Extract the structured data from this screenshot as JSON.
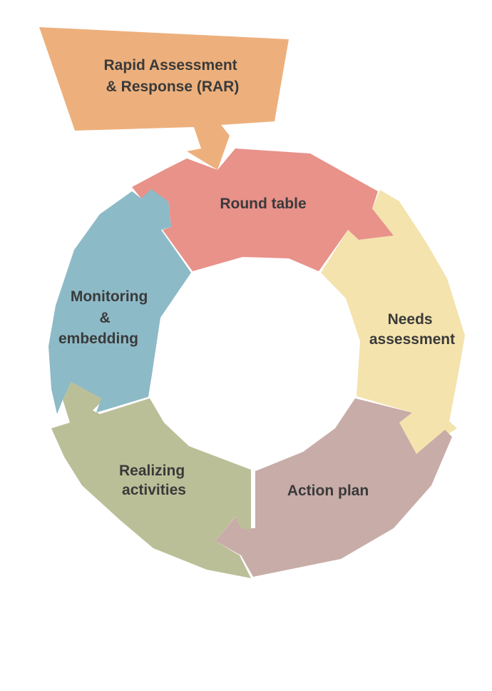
{
  "header_box": {
    "line1": "Rapid Assessment",
    "line2": "& Response (RAR)",
    "color": "#EDB07C"
  },
  "stages": [
    {
      "lines": [
        "Round table"
      ],
      "color": "#E8928A"
    },
    {
      "lines": [
        "Needs",
        "assessment"
      ],
      "color": "#F4E3AD"
    },
    {
      "lines": [
        "Action plan"
      ],
      "color": "#C8ACA8"
    },
    {
      "lines": [
        "Realizing",
        "activities"
      ],
      "color": "#BBBF98"
    },
    {
      "lines": [
        "Monitoring",
        "&",
        "embedding"
      ],
      "color": "#8DBAC7"
    }
  ]
}
